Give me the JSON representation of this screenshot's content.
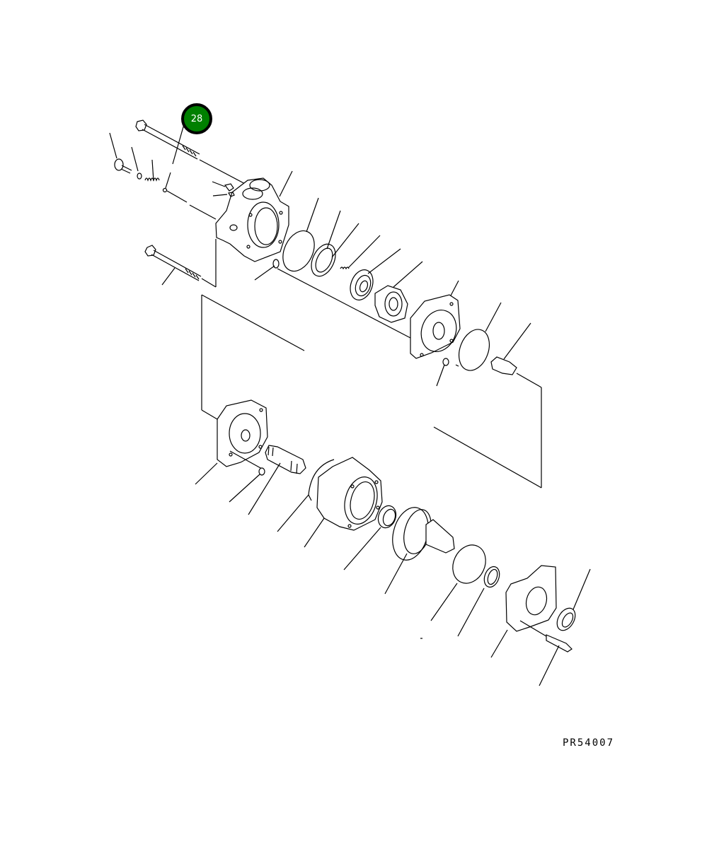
{
  "diagram": {
    "type": "exploded-parts-view",
    "callouts": [
      {
        "label": "28",
        "color": "#008000",
        "border": "#000000",
        "text_color": "#ffffff"
      }
    ],
    "drawing_code": "PR54007"
  }
}
